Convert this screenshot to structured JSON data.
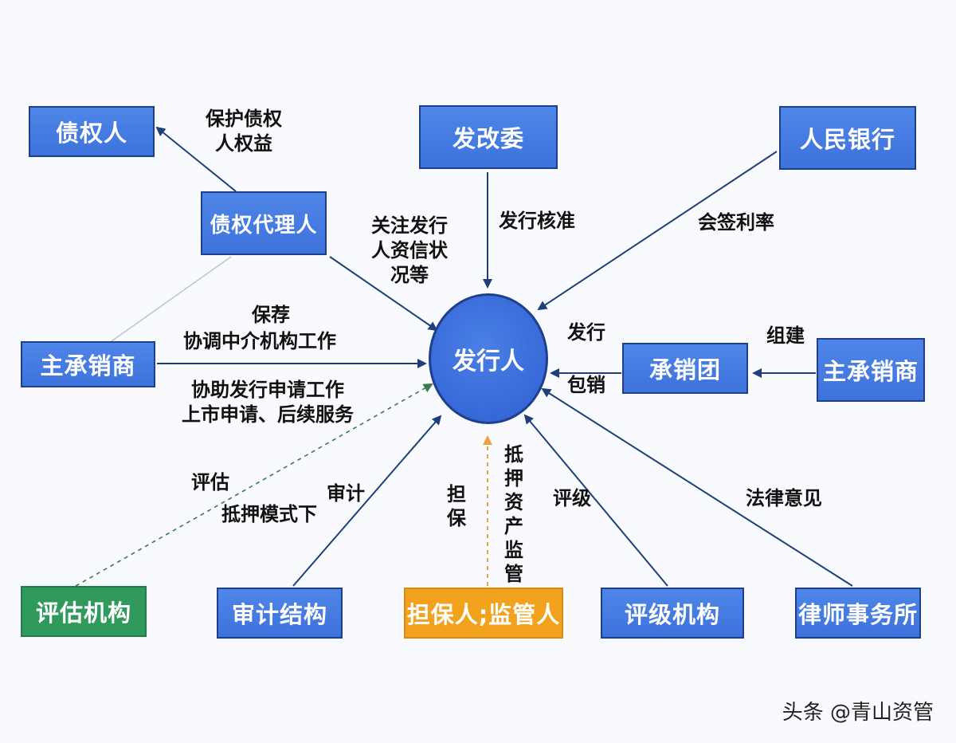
{
  "center": {
    "label": "发行人"
  },
  "nodes": {
    "creditor": "债权人",
    "trustee": "债权代理人",
    "ndrc": "发改委",
    "pboc": "人民银行",
    "lead_underwriter_left": "主承销商",
    "syndicate": "承销团",
    "lead_underwriter_right": "主承销商",
    "appraisal": "评估机构",
    "audit": "审计结构",
    "guarantor": "担保人;监管人",
    "rating": "评级机构",
    "law_firm": "律师事务所"
  },
  "labels": {
    "protect_line1": "保护债权",
    "protect_line2": "人权益",
    "focus_line1": "关注发行",
    "focus_line2": "人资信状",
    "focus_line3": "况等",
    "approval": "发行核准",
    "cosign_rate": "会签利率",
    "recommend": "保荐",
    "coordinate": "协调中介机构工作",
    "assist_line1": "协助发行申请工作",
    "assist_line2": "上市申请、后续服务",
    "issue": "发行",
    "underwrite": "包销",
    "form": "组建",
    "evaluate": "评估",
    "mortgage_mode": "抵押模式下",
    "audit": "审计",
    "guarantee": "担保",
    "collateral_supervision": "抵押资产监管",
    "rating": "评级",
    "legal_opinion": "法律意见"
  },
  "watermark": "头条 @青山资管",
  "colors": {
    "node_blue": "#4f86e8",
    "node_border": "#1e3f8c",
    "guarantor_orange": "#f3a21e",
    "appraisal_green": "#2f9a5c",
    "arrow": "#1f3f7a",
    "dashed_green": "#3a7a50",
    "dashed_orange": "#f0a040"
  }
}
